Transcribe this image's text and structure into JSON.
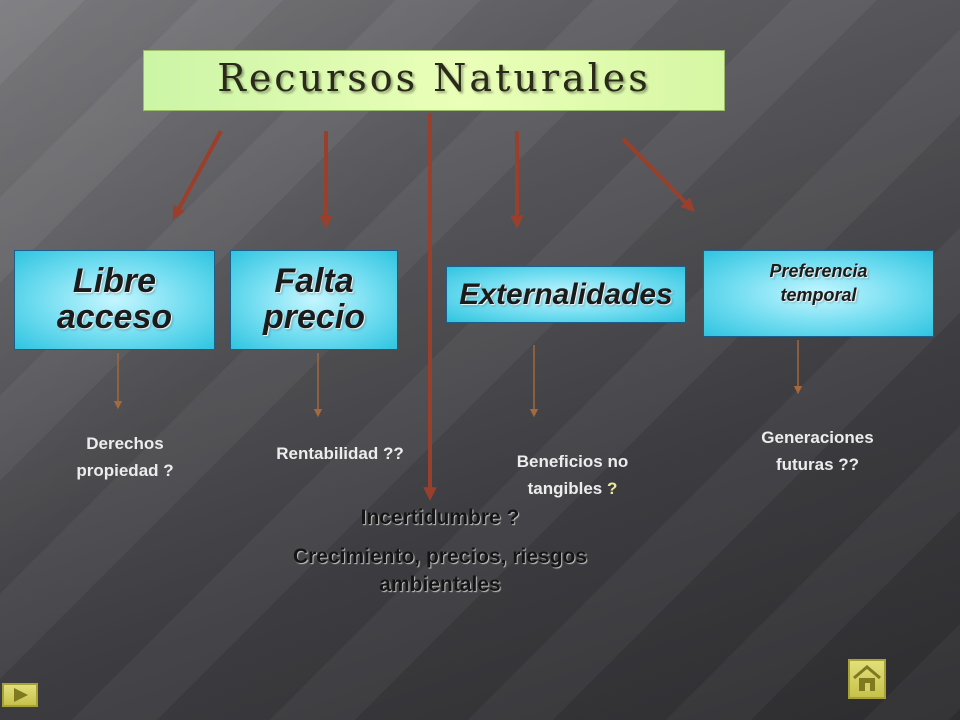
{
  "title": "Recursos Naturales",
  "concepts": [
    {
      "id": "libre",
      "label_line1": "Libre",
      "label_line2": "acceso",
      "question": "Derechos propiedad ?"
    },
    {
      "id": "falta",
      "label_line1": "Falta",
      "label_line2": "precio",
      "question": "Rentabilidad ??"
    },
    {
      "id": "ext",
      "label": "Externalidades",
      "question_line1": "Beneficios no",
      "question_line2": "tangibles",
      "question_mark": "?"
    },
    {
      "id": "pref",
      "label_line1": "Preferencia",
      "label_line2": "temporal",
      "question_line1": "Generaciones",
      "question_line2": "futuras ??"
    }
  ],
  "uncertainty": {
    "title": "Incertidumbre ?",
    "body_line1": "Crecimiento, precios, riesgos",
    "body_line2": "ambientales"
  },
  "colors": {
    "arrow": "#9a3f2c",
    "thin_arrow": "#a8693a",
    "title_bg": "#dff7aa",
    "concept_bg": "#6fdcf0",
    "nav_button": "#d8d460"
  },
  "icons": {
    "next": "right-arrow-icon",
    "home": "home-icon"
  }
}
